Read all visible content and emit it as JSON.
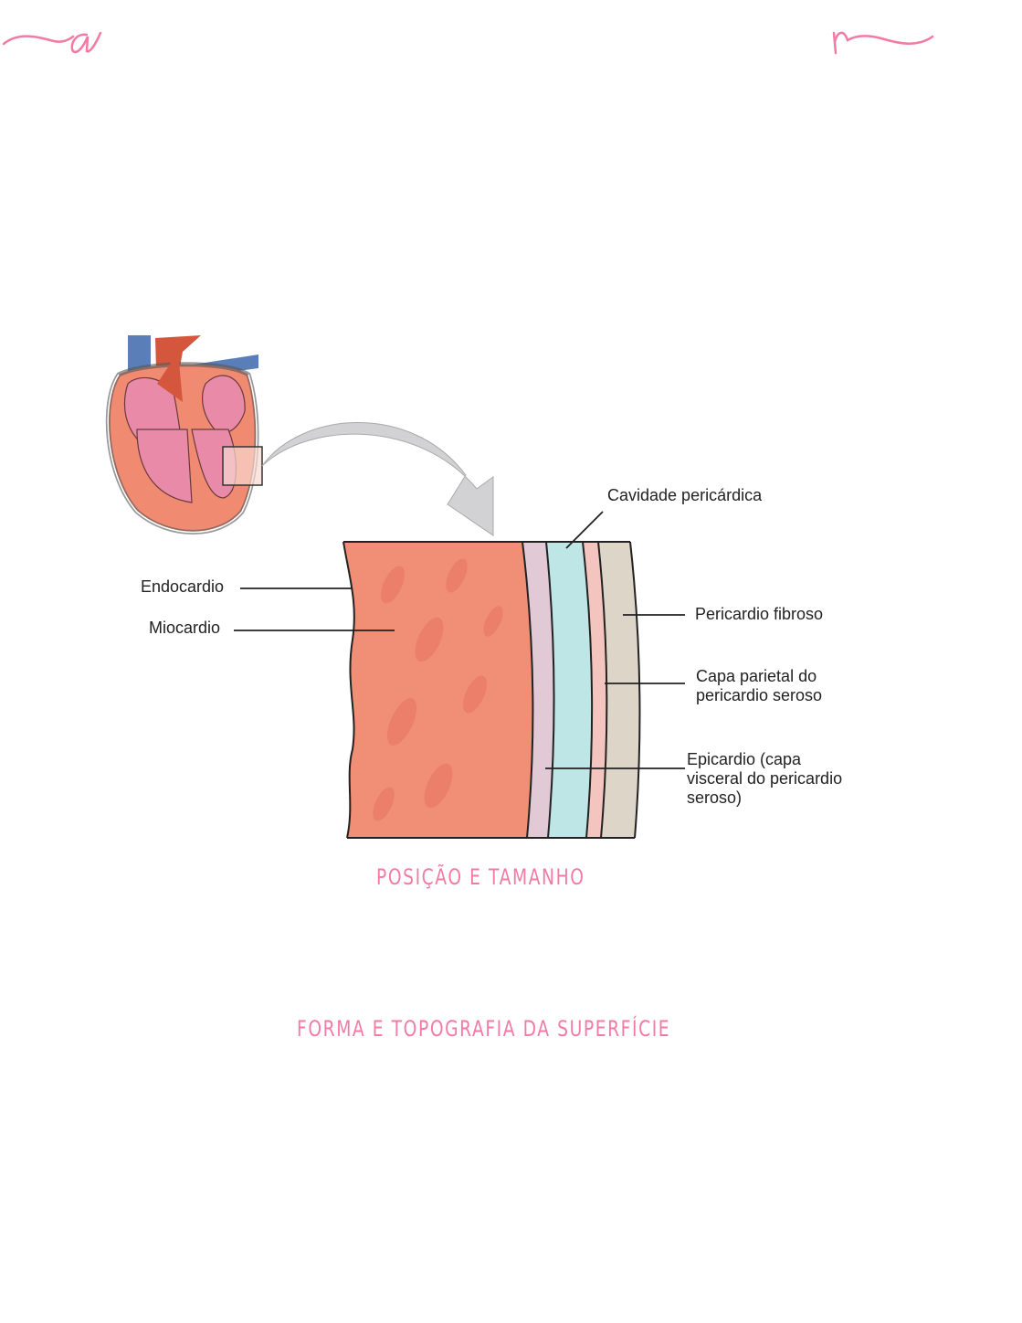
{
  "decor": {
    "left_letter": "a",
    "right_letter": "r",
    "accent_color": "#f27ba4"
  },
  "diagram": {
    "labels": {
      "cavidade": "Cavidade pericárdica",
      "endocardio": "Endocardio",
      "miocardio": "Miocardio",
      "pericardio_fibroso": "Pericardio fibroso",
      "capa_parietal_1": "Capa parietal do",
      "capa_parietal_2": "pericardio seroso",
      "epicardio_1": "Epicardio (capa",
      "epicardio_2": "visceral do pericardio",
      "epicardio_3": "seroso)"
    }
  },
  "headings": {
    "posicao": "POSIÇÃO E TAMANHO",
    "forma": "FORMA E TOPOGRAFIA DA SUPERFÍCIE"
  }
}
